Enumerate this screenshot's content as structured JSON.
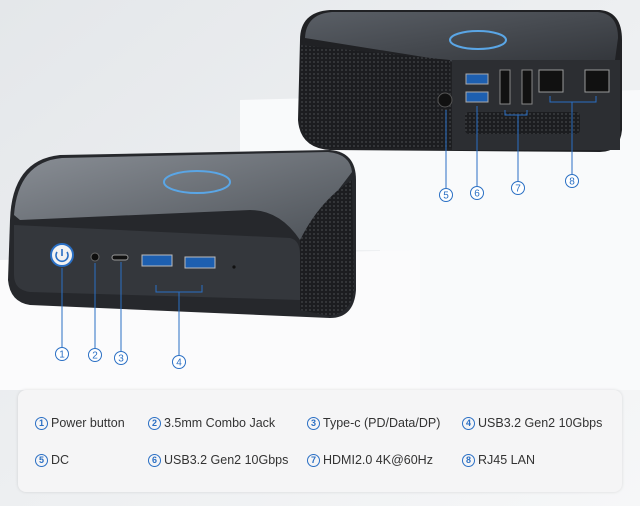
{
  "callouts": {
    "front": [
      "1",
      "2",
      "3",
      "4"
    ],
    "back": [
      "5",
      "6",
      "7",
      "8"
    ]
  },
  "legend": [
    {
      "num": "1",
      "label": "Power button"
    },
    {
      "num": "2",
      "label": "3.5mm Combo Jack"
    },
    {
      "num": "3",
      "label": "Type-c (PD/Data/DP)"
    },
    {
      "num": "4",
      "label": "USB3.2 Gen2 10Gbps"
    },
    {
      "num": "5",
      "label": "DC"
    },
    {
      "num": "6",
      "label": "USB3.2 Gen2 10Gbps"
    },
    {
      "num": "7",
      "label": "HDMI2.0 4K@60Hz"
    },
    {
      "num": "8",
      "label": "RJ45 LAN"
    }
  ],
  "colors": {
    "accent": "#2a6fc4",
    "body": "#2b2d31",
    "top": "#6b7078"
  }
}
